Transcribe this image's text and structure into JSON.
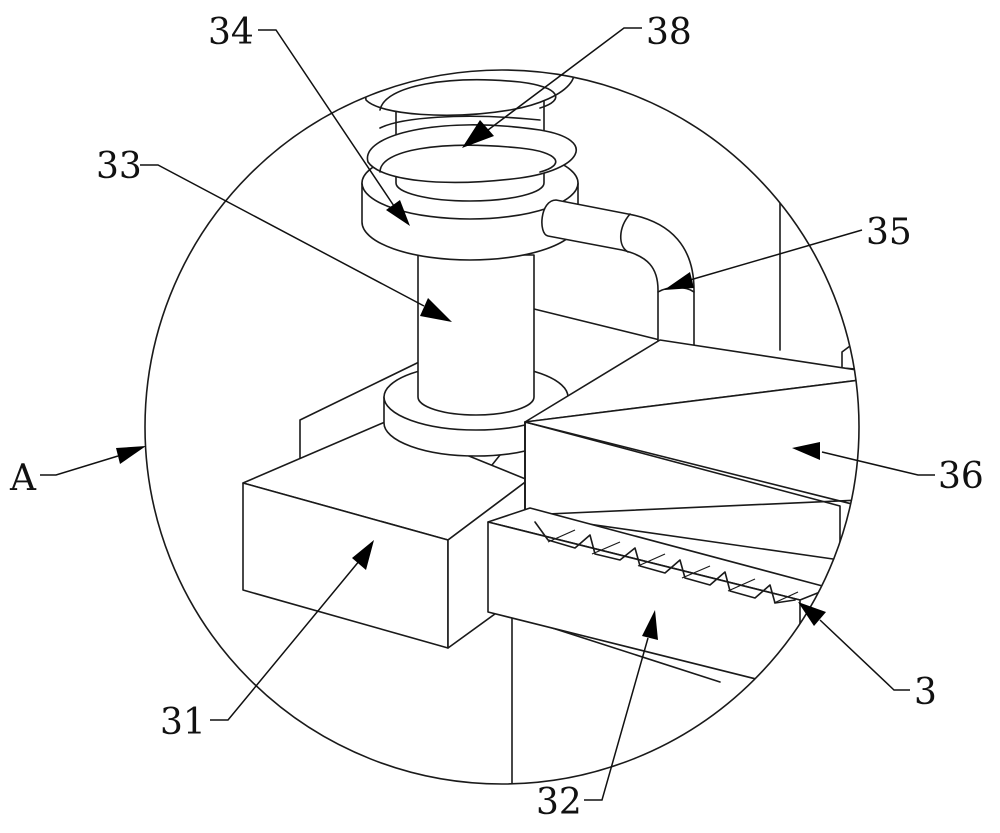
{
  "figure": {
    "detail_marker": "A",
    "labels": {
      "l34": "34",
      "l38": "38",
      "l33": "33",
      "l35": "35",
      "l36": "36",
      "l31": "31",
      "l3": "3",
      "l32": "32"
    }
  }
}
